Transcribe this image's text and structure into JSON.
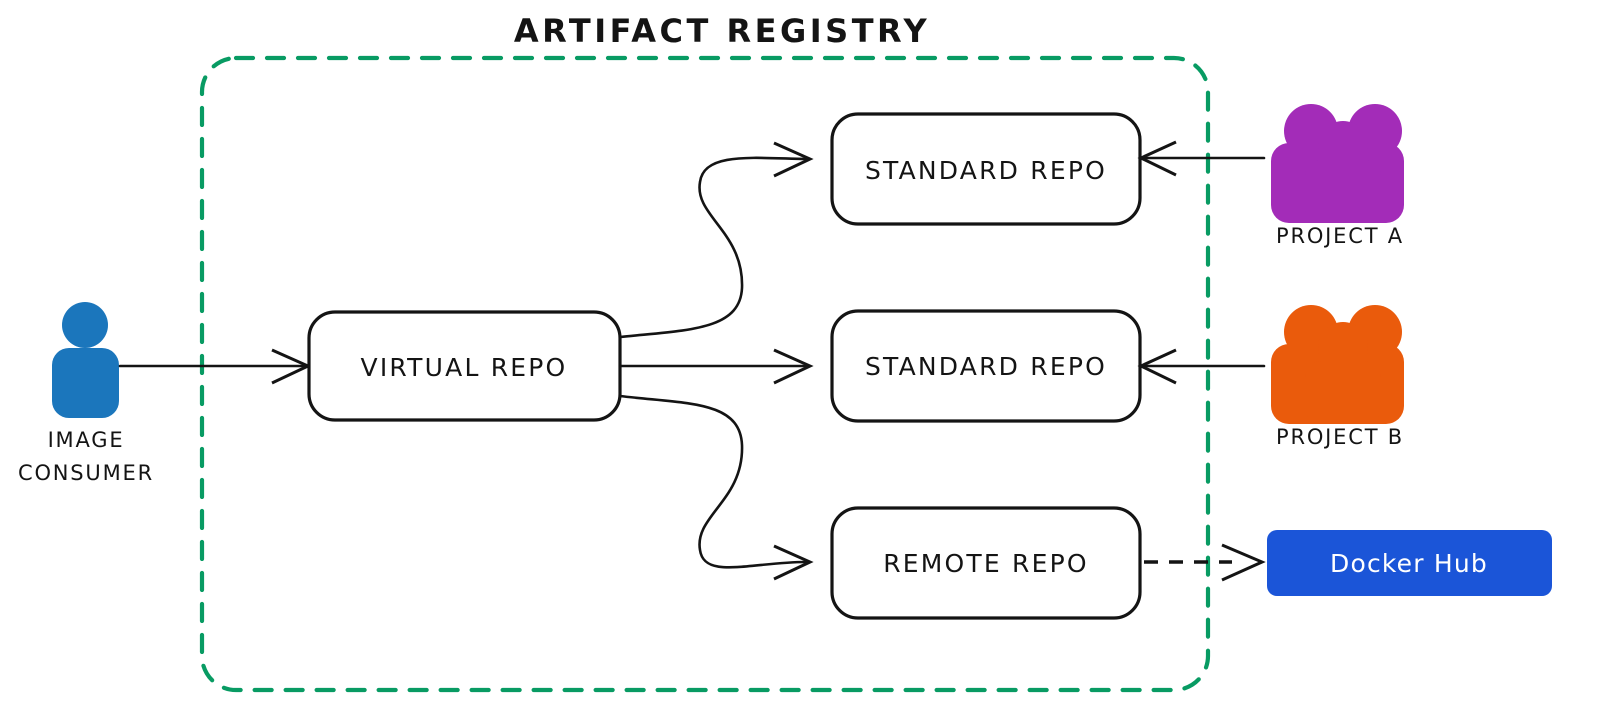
{
  "diagram": {
    "title": "ARTIFACT REGISTRY",
    "boundary": {
      "label": "ARTIFACT REGISTRY",
      "style": "dashed-rounded",
      "color": "#089b63"
    },
    "actors": [
      {
        "id": "image-consumer",
        "label_line1": "IMAGE",
        "label_line2": "CONSUMER",
        "icon": "person-icon",
        "color": "#1b76bc"
      },
      {
        "id": "project-a",
        "label": "PROJECT A",
        "icon": "people-group-icon",
        "color": "#a32cb8"
      },
      {
        "id": "project-b",
        "label": "PROJECT B",
        "icon": "people-group-icon",
        "color": "#ea5b0c"
      }
    ],
    "repos": [
      {
        "id": "virtual-repo",
        "label": "VIRTUAL REPO"
      },
      {
        "id": "standard-repo-top",
        "label": "STANDARD REPO"
      },
      {
        "id": "standard-repo-mid",
        "label": "STANDARD REPO"
      },
      {
        "id": "remote-repo",
        "label": "REMOTE REPO"
      }
    ],
    "external": [
      {
        "id": "docker-hub",
        "label": "Docker Hub",
        "color": "#1b55d8",
        "text_color": "#ffffff"
      }
    ],
    "connections": [
      {
        "from": "image-consumer",
        "to": "virtual-repo",
        "style": "solid",
        "arrow": "end"
      },
      {
        "from": "virtual-repo",
        "to": "standard-repo-top",
        "style": "curved-solid",
        "arrow": "end"
      },
      {
        "from": "virtual-repo",
        "to": "standard-repo-mid",
        "style": "solid",
        "arrow": "end"
      },
      {
        "from": "virtual-repo",
        "to": "remote-repo",
        "style": "curved-solid",
        "arrow": "end"
      },
      {
        "from": "project-a",
        "to": "standard-repo-top",
        "style": "solid",
        "arrow": "end"
      },
      {
        "from": "project-b",
        "to": "standard-repo-mid",
        "style": "solid",
        "arrow": "end"
      },
      {
        "from": "remote-repo",
        "to": "docker-hub",
        "style": "dashed",
        "arrow": "end"
      }
    ]
  }
}
